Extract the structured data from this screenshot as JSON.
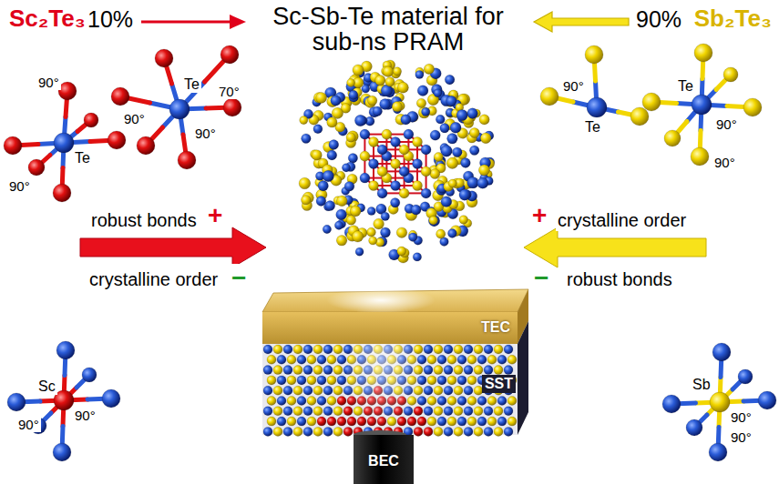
{
  "diagram": {
    "title": "Sc-Sb-Te material for sub-ns PRAM",
    "nodes": [
      {
        "text": [
          "TEC"
        ]
      },
      {
        "text": [
          "SST"
        ]
      },
      {
        "text": [
          "BEC"
        ]
      }
    ],
    "labels": [
      "Sc₂Te₃",
      "10%",
      "90%",
      "Sb₂Te₃",
      "90°",
      "Te",
      "90°",
      "Te",
      "70°",
      "90°",
      "90°",
      "90°",
      "Te",
      "Te",
      "90°",
      "90°",
      "robust bonds",
      "+",
      "crystalline order",
      "−",
      "+",
      "crystalline order",
      "−",
      "robust bonds",
      "Sc",
      "90°",
      "90°",
      "Sb",
      "90°",
      "90°"
    ]
  }
}
